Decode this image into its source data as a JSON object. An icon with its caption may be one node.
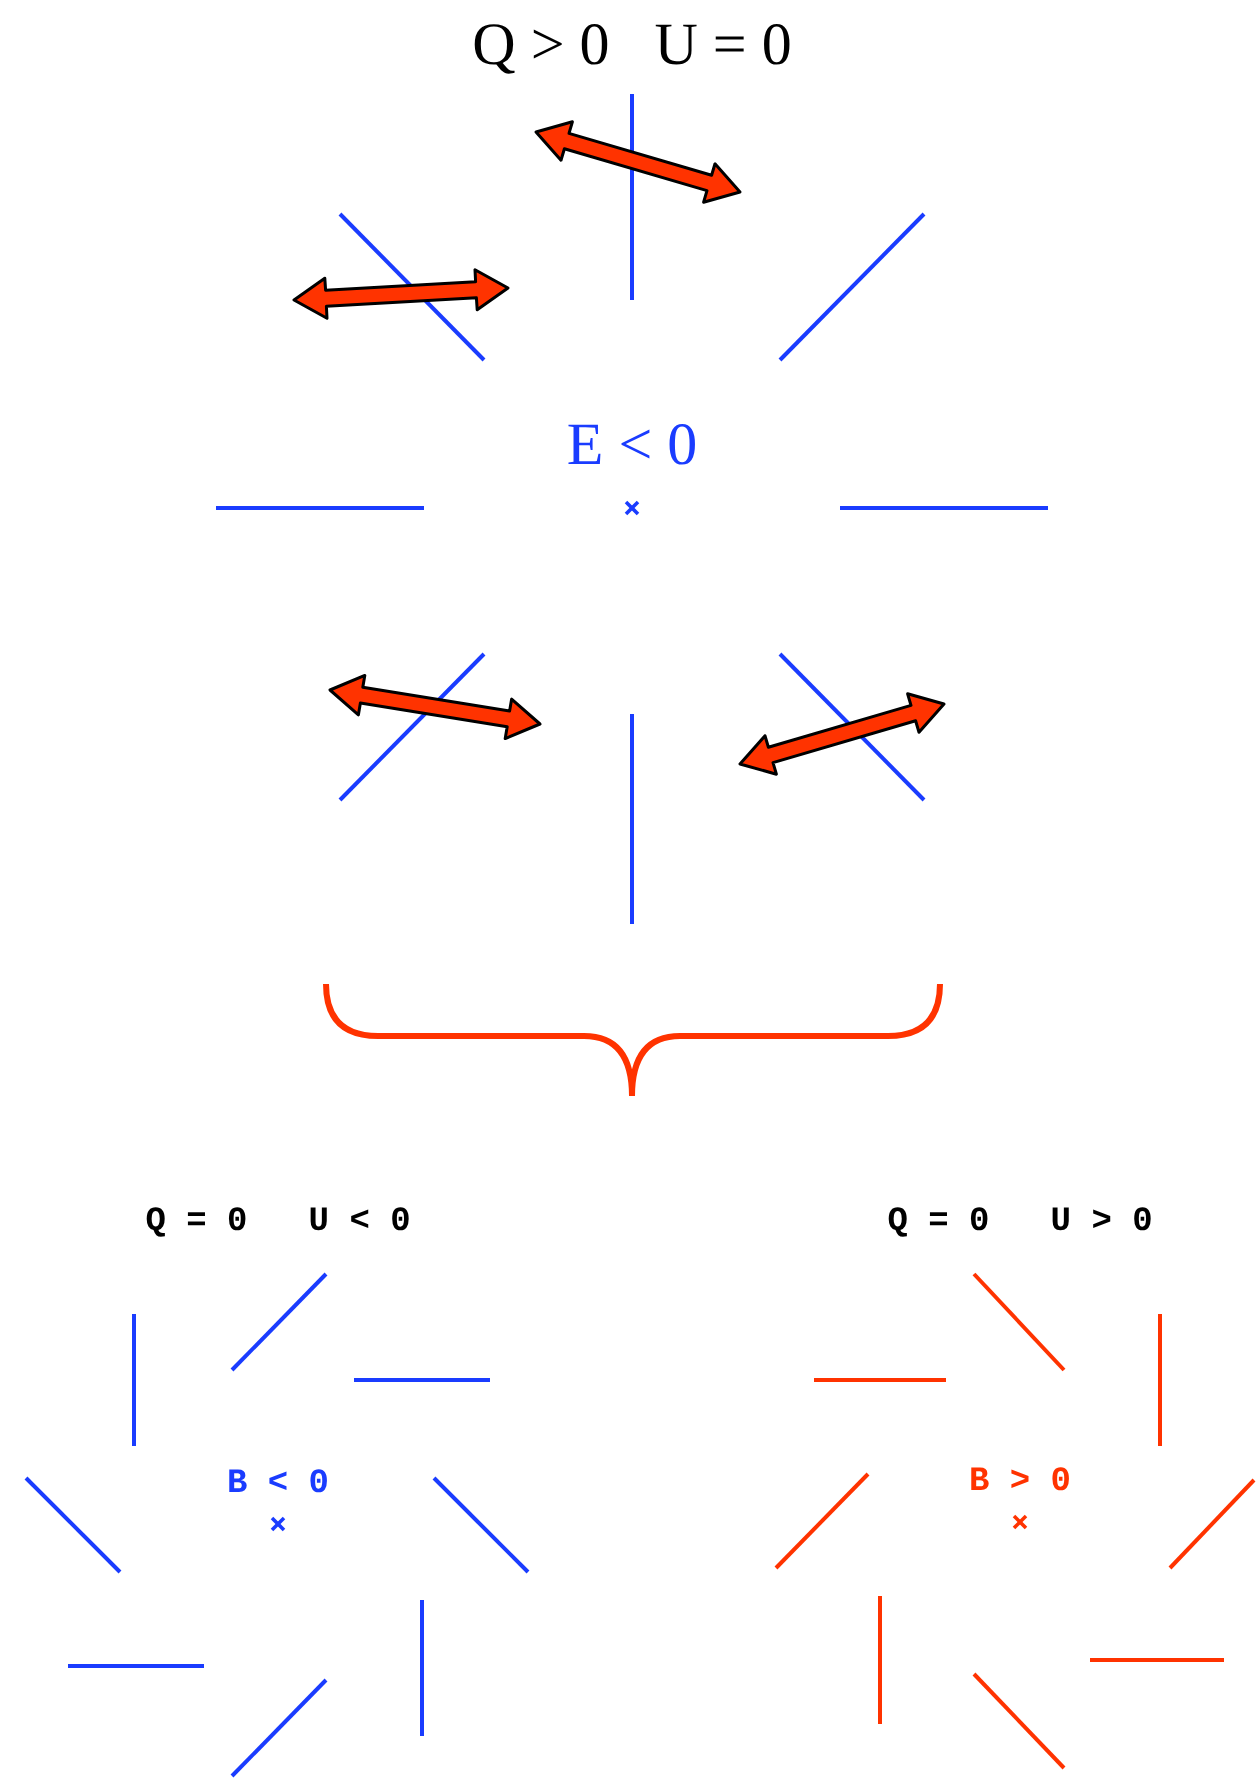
{
  "diagram": {
    "labels": [
      "Q > 0   U = 0",
      "E < 0",
      "Q = 0   U < 0",
      "B < 0",
      "Q = 0   U > 0",
      "B > 0"
    ]
  }
}
